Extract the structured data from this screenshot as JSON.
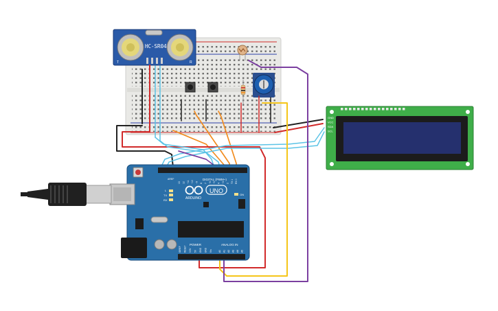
{
  "sensor": {
    "model": "HC-SR04",
    "pin_t": "T",
    "pin_r": "R"
  },
  "arduino": {
    "brand": "ARDUINO",
    "model": "UNO",
    "digital_label": "DIGITAL (PWM~)",
    "power_label": "POWER",
    "analog_label": "ANALOG IN",
    "tx_label": "TX",
    "rx_label": "RX",
    "l_label": "L",
    "on_label": "ON",
    "aref_label": "AREF",
    "gnd_label": "GND",
    "digital_pins": [
      "13",
      "12",
      "~11",
      "~10",
      "~9",
      "8",
      "7",
      "~6",
      "~5",
      "4",
      "~3",
      "2",
      "TX 1",
      "RX 0"
    ],
    "power_pins": [
      "IOREF",
      "RESET",
      "3.3V",
      "5V",
      "GND",
      "GND",
      "Vin"
    ],
    "analog_pins": [
      "A0",
      "A1",
      "A2",
      "A3",
      "A4",
      "A5"
    ]
  },
  "lcd": {
    "pins": [
      "GND",
      "VCC",
      "SDA",
      "SCL"
    ]
  },
  "colors": {
    "board_blue": "#2a6fa8",
    "lcd_green": "#3fae49",
    "lcd_screen": "#25306e",
    "wire_red": "#d12a2a",
    "wire_black": "#222222",
    "wire_orange": "#f28c1f",
    "wire_yellow": "#f5c518",
    "wire_purple": "#7b3fa0",
    "wire_cyan": "#5bc3e6",
    "potentiometer": "#1d5fb0"
  }
}
